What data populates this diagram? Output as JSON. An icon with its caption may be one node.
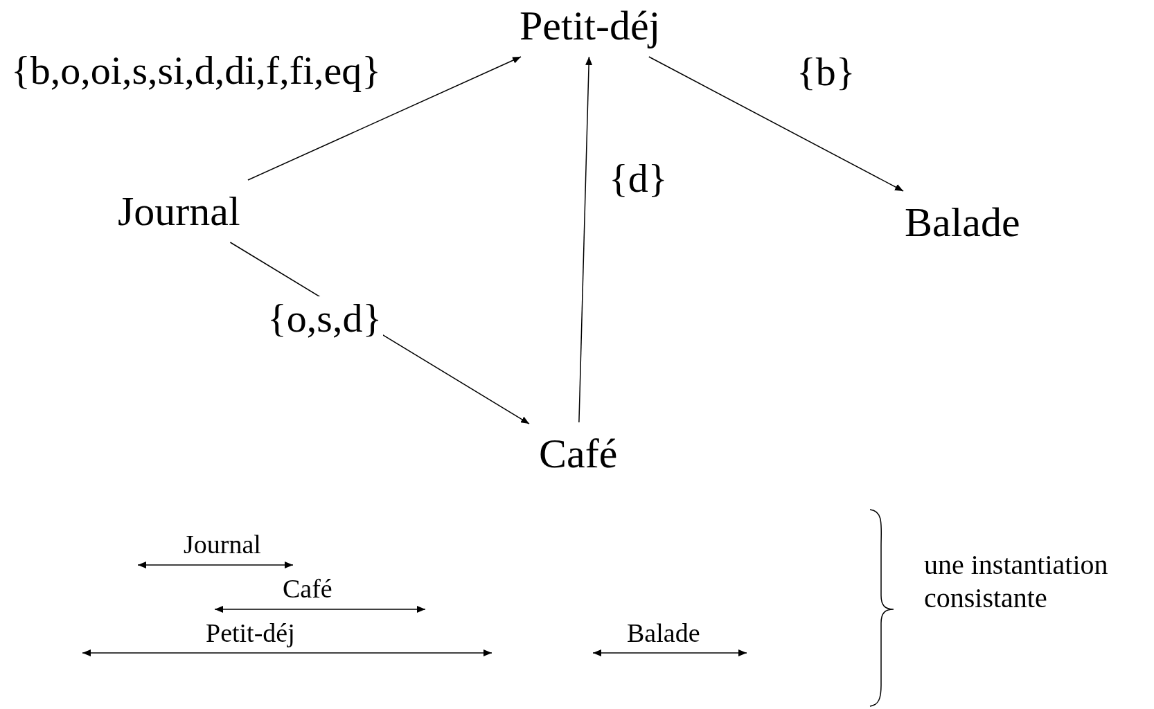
{
  "diagram": {
    "nodes": [
      {
        "text": [
          "Petit-déj"
        ]
      },
      {
        "text": [
          "Journal"
        ]
      },
      {
        "text": [
          "Balade"
        ]
      },
      {
        "text": [
          "Café"
        ]
      }
    ],
    "edges": [
      {
        "from": 1,
        "to": 0,
        "arrow": "to",
        "label": "{b,o,oi,s,si,d,di,f,fi,eq}"
      },
      {
        "from": 0,
        "to": 2,
        "arrow": "to",
        "label": "{b}"
      },
      {
        "from": 3,
        "to": 0,
        "arrow": "to",
        "label": "{d}"
      },
      {
        "from": 1,
        "to": 3,
        "arrow": "to",
        "label": "{o,s,d}"
      }
    ],
    "labels": [
      "Journal",
      "Café",
      "Petit-déj",
      "Balade",
      "une instantiation consistante"
    ]
  }
}
